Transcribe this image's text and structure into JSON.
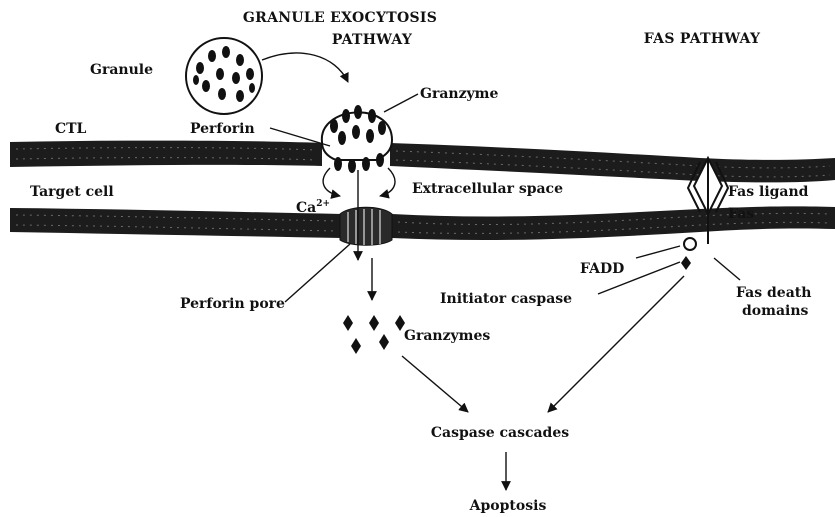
{
  "headers": {
    "granule_line1": "GRANULE EXOCYTOSIS",
    "granule_line2": "PATHWAY",
    "fas": "FAS PATHWAY"
  },
  "labels": {
    "granule": "Granule",
    "granzyme": "Granzyme",
    "ctl": "CTL",
    "perforin": "Perforin",
    "extracellular_space": "Extracellular space",
    "calcium_base": "Ca",
    "calcium_sup": "2+",
    "target_cell": "Target cell",
    "perforin_pore": "Perforin pore",
    "granzymes": "Granzymes",
    "fas_ligand": "Fas ligand",
    "fas": "Fas",
    "fadd": "FADD",
    "initiator_caspase": "Initiator caspase",
    "fas_death_line1": "Fas death",
    "fas_death_line2": "domains",
    "caspase_cascades": "Caspase cascades",
    "apoptosis": "Apoptosis"
  },
  "colors": {
    "ink": "#111111",
    "membrane": "#1c1c1c",
    "background": "#ffffff"
  }
}
